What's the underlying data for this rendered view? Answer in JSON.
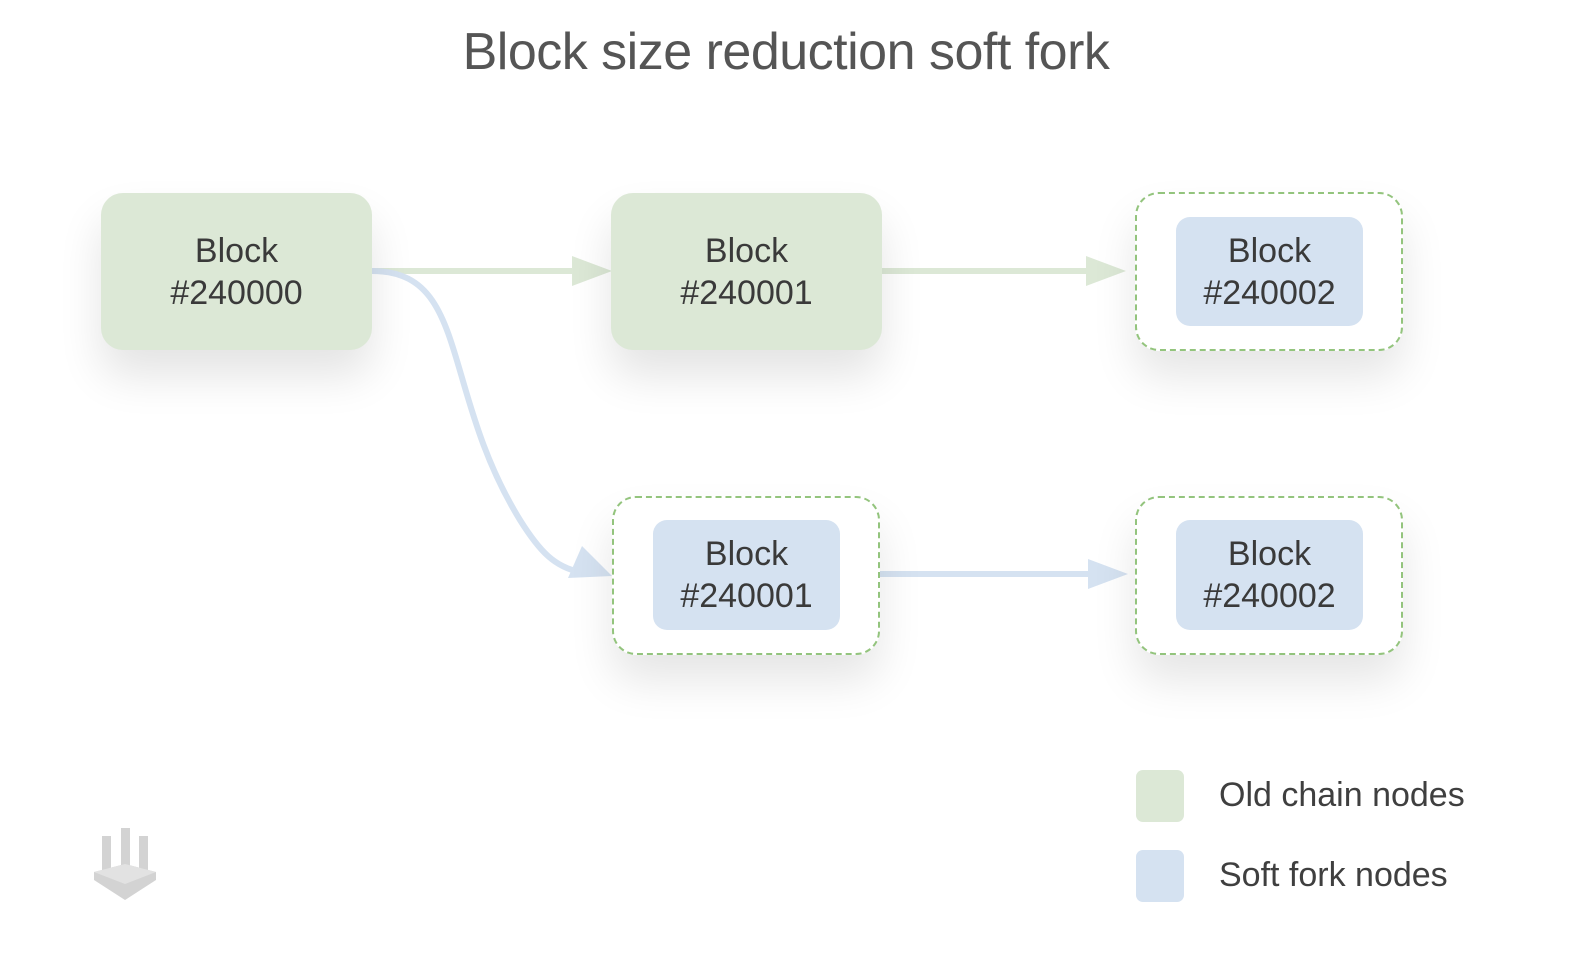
{
  "title": "Block size reduction soft fork",
  "colors": {
    "old_chain": "#dce8d6",
    "soft_fork": "#d5e2f1",
    "frame_border": "#93c47d"
  },
  "blocks": {
    "b240000": {
      "line1": "Block",
      "line2": "#240000",
      "chain": "old"
    },
    "old_b240001": {
      "line1": "Block",
      "line2": "#240001",
      "chain": "old"
    },
    "old_b240002": {
      "line1": "Block",
      "line2": "#240002",
      "chain": "soft_fork",
      "framed": true
    },
    "fork_b240001": {
      "line1": "Block",
      "line2": "#240001",
      "chain": "soft_fork",
      "framed": true
    },
    "fork_b240002": {
      "line1": "Block",
      "line2": "#240002",
      "chain": "soft_fork",
      "framed": true
    }
  },
  "legend": {
    "items": [
      {
        "label": "Old chain nodes",
        "color": "#dce8d6"
      },
      {
        "label": "Soft fork nodes",
        "color": "#d5e2f1"
      }
    ]
  },
  "logo": {
    "icon": "stacked-pillars-logo-icon"
  }
}
